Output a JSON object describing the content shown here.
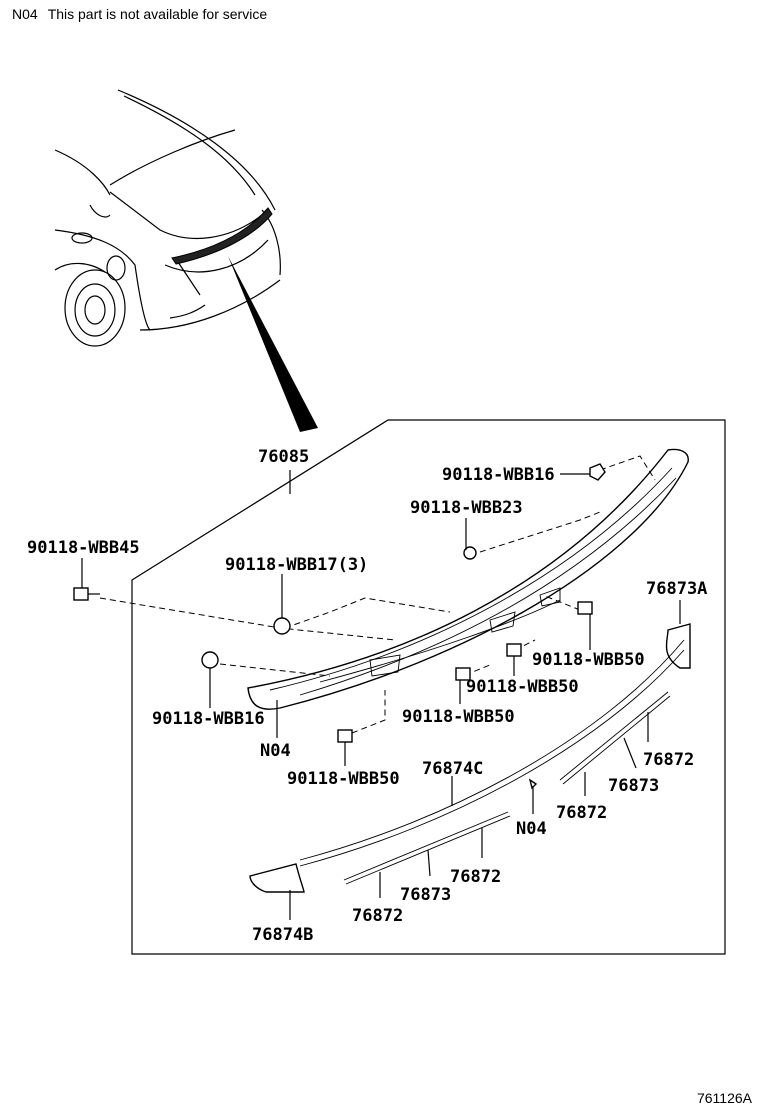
{
  "note": {
    "code": "N04",
    "text": "This part is not available for service"
  },
  "figure_id": "761126A",
  "labels": {
    "assembly": "76085",
    "bolt_top_right": "90118-WBB16",
    "bolt_wbb23": "90118-WBB23",
    "bolt_wbb45": "90118-WBB45",
    "bolt_wbb17": "90118-WBB17(3)",
    "bolt_left": "90118-WBB16",
    "n04_upper": "N04",
    "wbb50_a": "90118-WBB50",
    "wbb50_b": "90118-WBB50",
    "wbb50_c": "90118-WBB50",
    "wbb50_d": "90118-WBB50",
    "spoiler_right": "76873A",
    "strip_right_upper": "76872",
    "strip_right_mid": "76873",
    "strip_right_lower": "76872",
    "n04_lower": "N04",
    "spoiler_c": "76874C",
    "strip_left_upper": "76872",
    "strip_left_mid": "76873",
    "strip_left_lower": "76872",
    "spoiler_b": "76874B"
  }
}
